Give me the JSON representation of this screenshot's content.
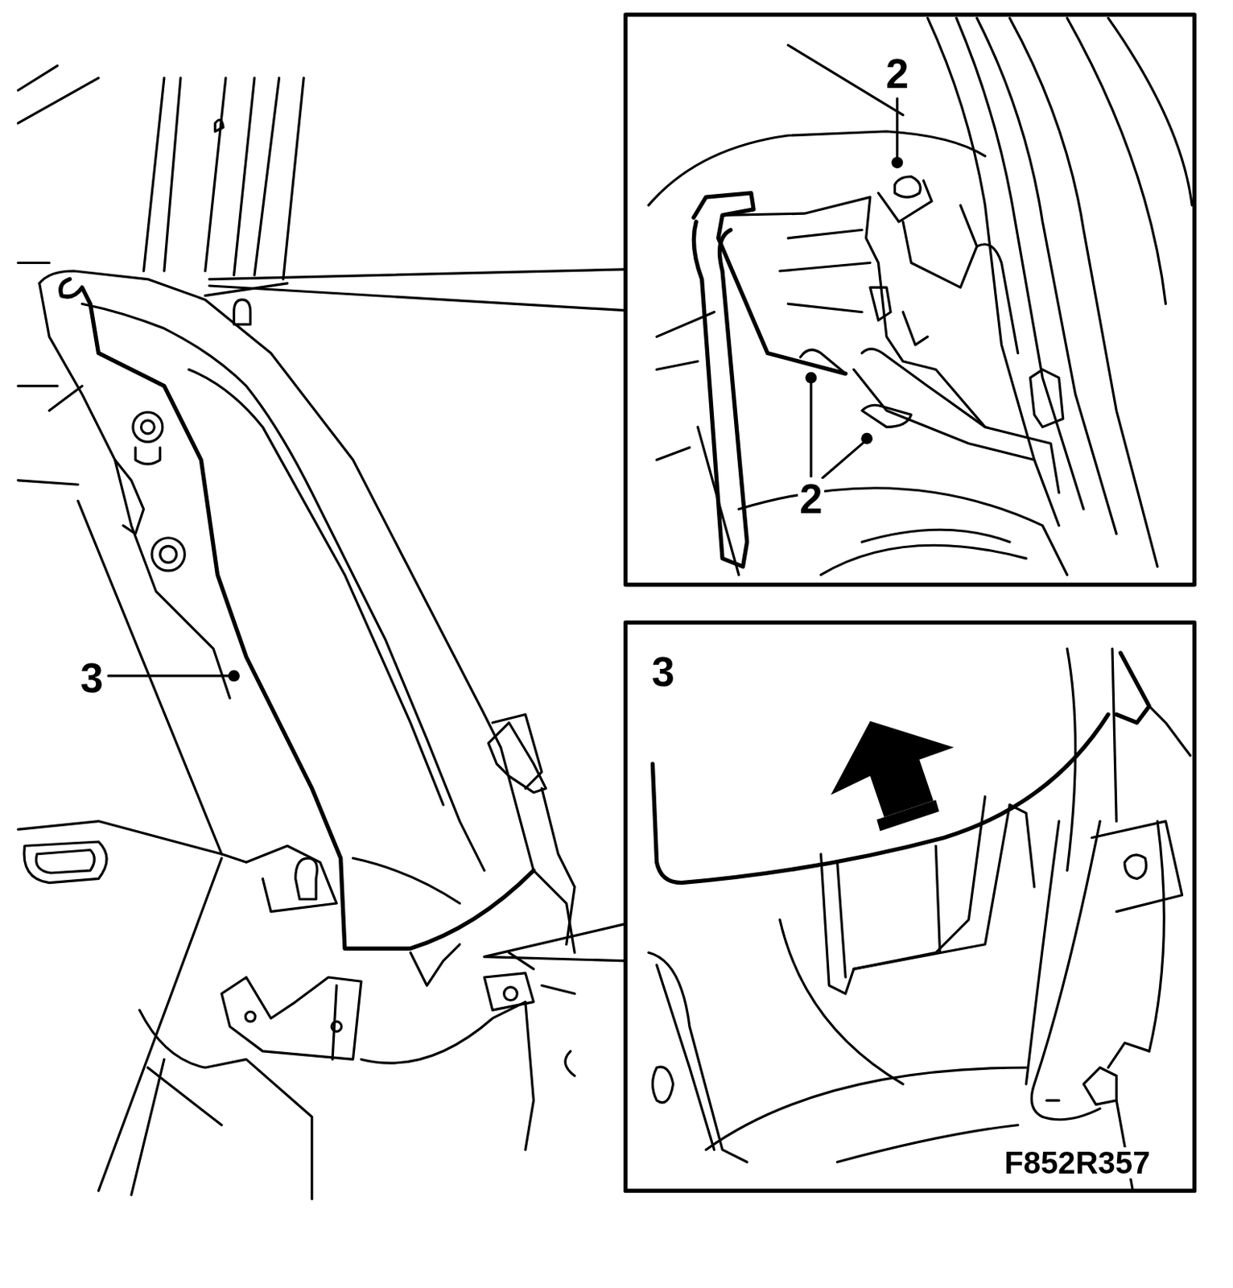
{
  "diagram": {
    "labels": [
      "2",
      "2",
      "3",
      "3",
      "F852R357"
    ]
  }
}
